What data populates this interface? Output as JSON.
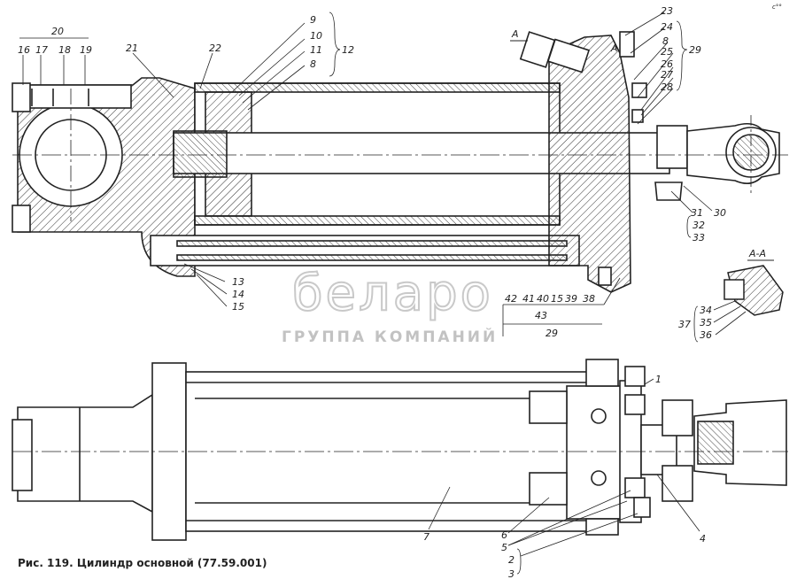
{
  "caption": "Рис. 119. Цилиндр основной (77.59.001)",
  "watermark": {
    "brand": "беларо",
    "subtitle": "ГРУППА КОМПАНИЙ"
  },
  "section_marks": {
    "a1": "А",
    "a2": "А",
    "section": "А-А"
  },
  "callouts_top": [
    "20",
    "16",
    "17",
    "18",
    "19",
    "21",
    "22",
    "9",
    "10",
    "11",
    "8",
    "12",
    "23",
    "24",
    "8",
    "25",
    "29",
    "26",
    "27",
    "28",
    "13",
    "14",
    "15",
    "31",
    "30",
    "32",
    "33",
    "42",
    "41",
    "40",
    "15",
    "39",
    "38",
    "43",
    "29",
    "34",
    "35",
    "36",
    "37"
  ],
  "callouts_bottom": [
    "1",
    "7",
    "6",
    "5",
    "4",
    "2",
    "3"
  ],
  "corner_mark": "с°°"
}
